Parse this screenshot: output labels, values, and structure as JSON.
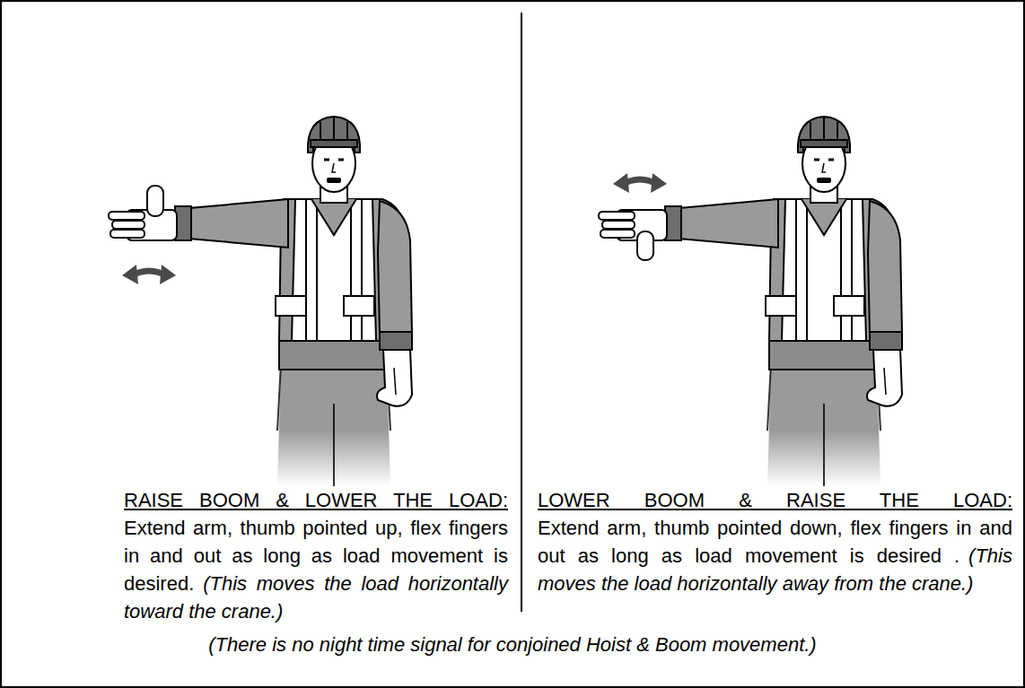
{
  "diagram": {
    "caption": "(There is no night time signal for conjoined Hoist & Boom movement.)",
    "nodes": [
      {
        "text": [
          "RAISE BOOM & LOWER THE LOAD:",
          "Extend arm, thumb pointed up, flex fingers in and out as long as load movement is desired.",
          "(This moves the load horizontally toward the crane.)"
        ]
      },
      {
        "text": [
          "LOWER BOOM & RAISE THE LOAD:",
          "Extend arm, thumb pointed down, flex fingers in and out as long as load movement is desired .",
          "(This moves the load horizontally away from the crane.)"
        ]
      }
    ]
  }
}
